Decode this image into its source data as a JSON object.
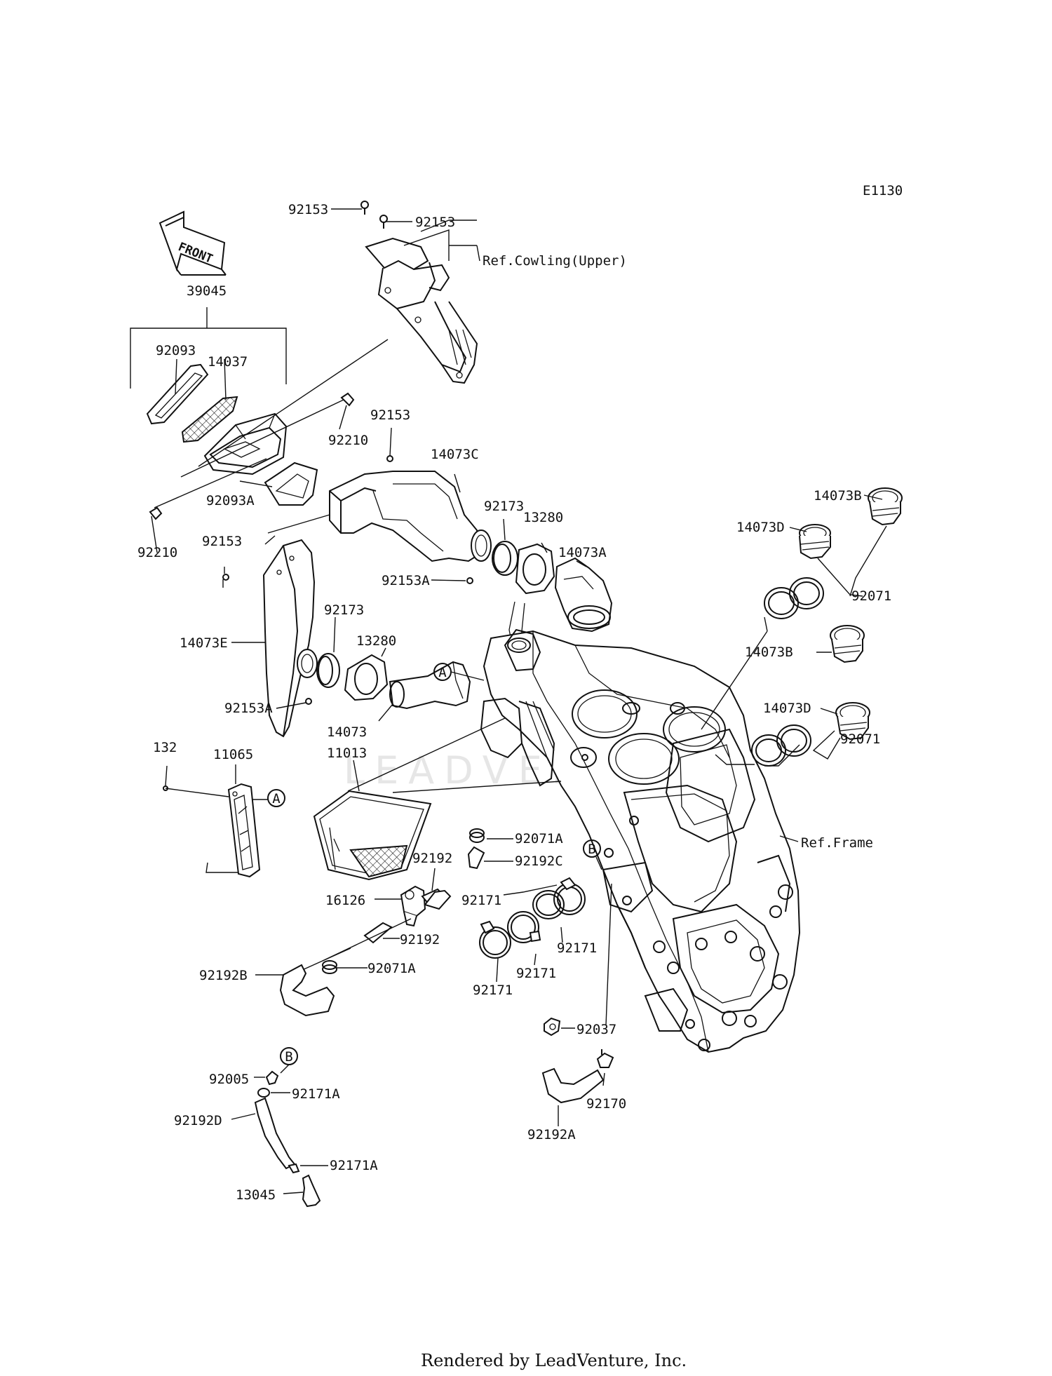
{
  "diagram_code": "E1130",
  "front_label": "FRONT",
  "watermark": "LEADVENTURE",
  "footer": "Rendered by LeadVenture, Inc.",
  "refs": {
    "cowling": "Ref.Cowling(Upper)",
    "frame": "Ref.Frame"
  },
  "circle_markers": {
    "a": "A",
    "b": "B"
  },
  "labels": {
    "l92153_a": "92153",
    "l92153_b": "92153",
    "l39045": "39045",
    "l92093": "92093",
    "l14037": "14037",
    "l92210_a": "92210",
    "l92153_c": "92153",
    "l92093A": "92093A",
    "l14073C": "14073C",
    "l92210_b": "92210",
    "l92153_d": "92153",
    "l92173_a": "92173",
    "l13280_a": "13280",
    "l14073A": "14073A",
    "l92153A_a": "92153A",
    "l14073B_a": "14073B",
    "l14073D_a": "14073D",
    "l92071_a": "92071",
    "l14073E": "14073E",
    "l92173_b": "92173",
    "l13280_b": "13280",
    "l14073B_b": "14073B",
    "l14073D_b": "14073D",
    "l92071_b": "92071",
    "l92153A_b": "92153A",
    "l14073": "14073",
    "l11013": "11013",
    "l132": "132",
    "l11065": "11065",
    "l92071A_a": "92071A",
    "l92192_a": "92192",
    "l92192C": "92192C",
    "l16126": "16126",
    "l92171_a": "92171",
    "l92192_b": "92192",
    "l92171_b": "92171",
    "l92171_c": "92171",
    "l92171_d": "92171",
    "l92192B": "92192B",
    "l92071A_b": "92071A",
    "l92037": "92037",
    "l92005": "92005",
    "l92171A_a": "92171A",
    "l92170": "92170",
    "l92192D": "92192D",
    "l92192A": "92192A",
    "l92171A_b": "92171A",
    "l13045": "13045"
  }
}
